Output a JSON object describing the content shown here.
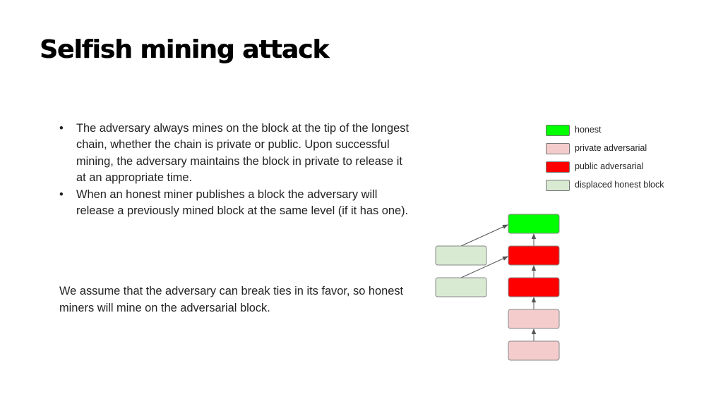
{
  "slide": {
    "title": "Selfish mining attack",
    "bullets": [
      "The adversary always mines on the block at the tip of the longest chain, whether the chain is private or public. Upon successful mining, the adversary maintains the block in private to release it at an appropriate time.",
      "When an honest miner publishes a block the adversary will release a previously mined block at the same level (if it has one)."
    ],
    "bullet_glyph": "•",
    "note": "We assume that the adversary can break ties in its favor, so honest miners will mine on the adversarial block."
  },
  "legend": [
    {
      "label": "honest",
      "color": "#00ff00"
    },
    {
      "label": "private adversarial",
      "color": "#f4cccc"
    },
    {
      "label": "public adversarial",
      "color": "#ff0000"
    },
    {
      "label": "displaced honest block",
      "color": "#d9ead3"
    }
  ],
  "diagram": {
    "chain_bottom_to_top": [
      "private adversarial",
      "private adversarial",
      "public adversarial",
      "public adversarial",
      "honest"
    ],
    "displaced_blocks": 2,
    "colors": {
      "honest": "#00ff00",
      "private adversarial": "#f4cccc",
      "public adversarial": "#ff0000",
      "displaced honest block": "#d9ead3",
      "arrow": "#555555"
    }
  }
}
